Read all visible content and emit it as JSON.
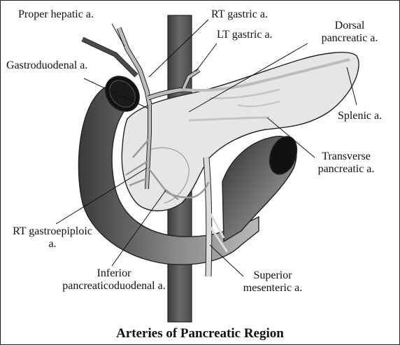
{
  "title": "Arteries of Pancreatic Region",
  "labels": {
    "proper_hepatic": "Proper hepatic a.",
    "rt_gastric": "RT gastric a.",
    "lt_gastric": "LT gastric a.",
    "dorsal_pancreatic": [
      "Dorsal",
      "pancreatic a."
    ],
    "gastroduodenal": "Gastroduodenal a.",
    "splenic": "Splenic a.",
    "transverse_pancreatic": [
      "Transverse",
      "pancreatic a."
    ],
    "rt_gastroepiploic": [
      "RT gastroepiploic",
      "a."
    ],
    "inferior_pancreaticoduodenal": [
      "Inferior",
      "pancreaticoduodenal a."
    ],
    "superior_mesenteric": [
      "Superior",
      "mesenteric a."
    ]
  },
  "colors": {
    "outline": "#222222",
    "pancreas": "#e6e6e6",
    "artery": "#bdbdbd",
    "duodenum_dark": "#3a3a3a",
    "duodenum_light": "#9a9a9a"
  }
}
